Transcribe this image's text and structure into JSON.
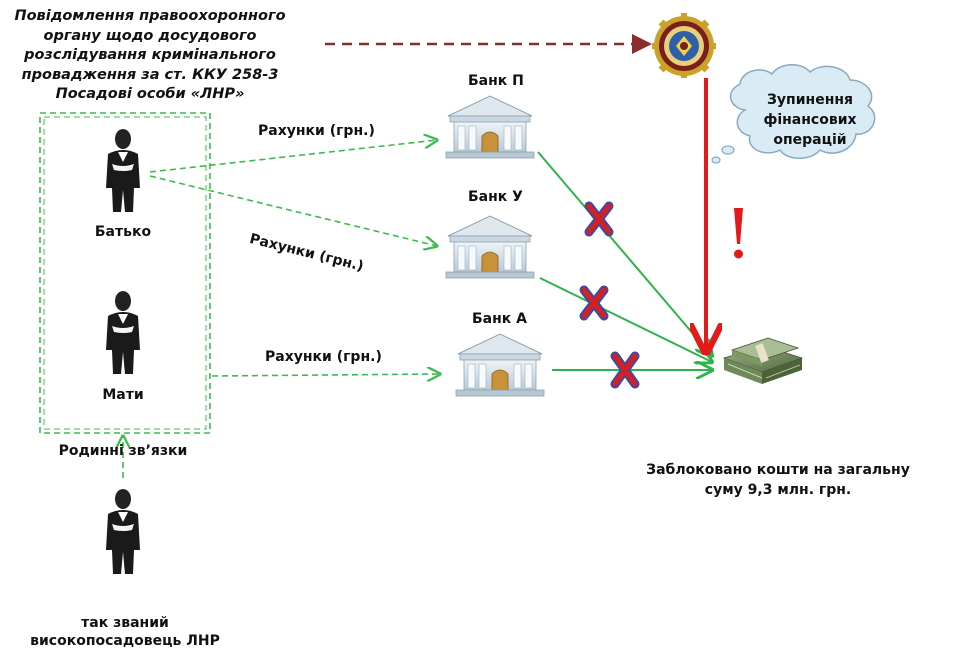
{
  "header": {
    "notice_lines": [
      "Повідомлення правоохоронного",
      "органу щодо досудового",
      "розслідування кримінального",
      "провадження за ст. ККУ 258-3",
      "Посадові особи «ЛНР»"
    ]
  },
  "people": {
    "father_label": "Батько",
    "mother_label": "Мати",
    "relation_label": "Родинні зв’язки",
    "official_lines": [
      "так званий",
      "високопосадовець ЛНР"
    ]
  },
  "accounts": {
    "label_1": "Рахунки (грн.)",
    "label_2": "Рахунки (грн.)",
    "label_3": "Рахунки (грн.)"
  },
  "banks": {
    "bank_p": "Банк П",
    "bank_u": "Банк У",
    "bank_a": "Банк А"
  },
  "cloud": {
    "lines": [
      "Зупинення",
      "фінансових",
      "операцій"
    ]
  },
  "alert": {
    "mark": "!"
  },
  "result": {
    "lines": [
      "Заблоковано кошти на загальну",
      "суму 9,3  млн. грн."
    ]
  },
  "icons": {
    "person": "person-icon",
    "bank": "bank-building-icon",
    "money": "money-stack-icon",
    "seal": "emblem-seal-icon",
    "blocked": "red-x-icon"
  },
  "colors": {
    "dashed_green": "#3dbb4e",
    "solid_green": "#2fb34a",
    "dark_red_arrow": "#8b2d2d",
    "red_line": "#e21a1a",
    "cross_red": "#d81f1f",
    "cross_blue": "#3a4aa8",
    "cloud_fill": "#d9ecf6",
    "cloud_stroke": "#8aa9bd"
  }
}
